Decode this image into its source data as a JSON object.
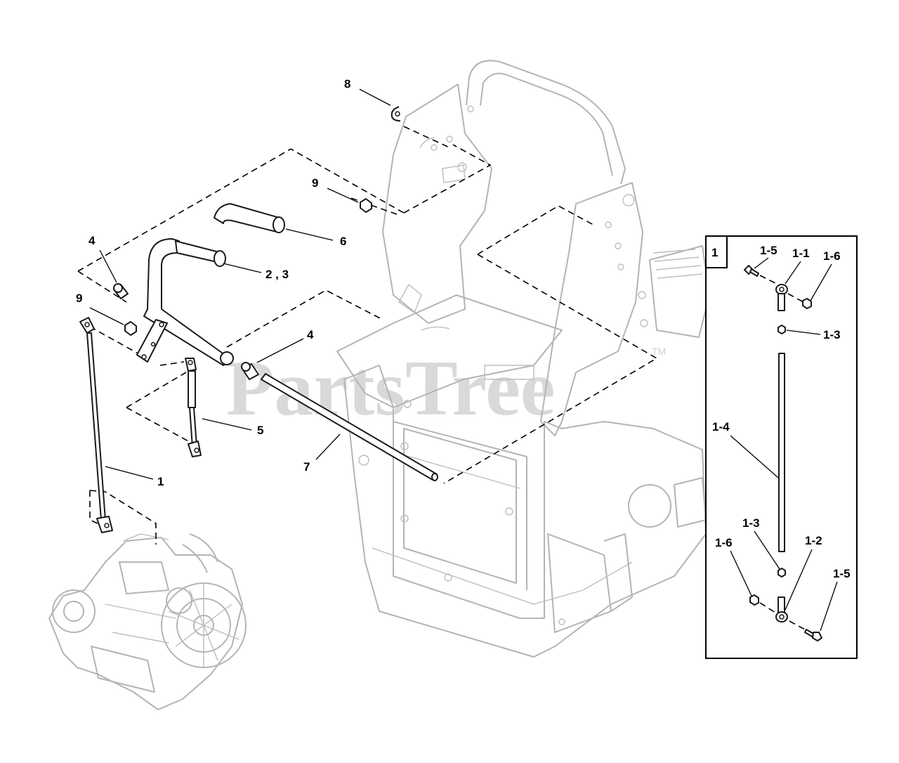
{
  "watermark": {
    "text": "PartsTree",
    "trademark": "TM"
  },
  "callouts": {
    "c8": "8",
    "c9_top": "9",
    "c6": "6",
    "c2_3": "2 , 3",
    "c4_left": "4",
    "c9_left": "9",
    "c4_mid": "4",
    "c5": "5",
    "c7": "7",
    "c1": "1"
  },
  "inset": {
    "tag": "1",
    "labels": {
      "l1_5_top": "1-5",
      "l1_1": "1-1",
      "l1_6_top": "1-6",
      "l1_3_top": "1-3",
      "l1_4": "1-4",
      "l1_3_bottom": "1-3",
      "l1_6_bottom": "1-6",
      "l1_2": "1-2",
      "l1_5_bottom": "1-5"
    }
  }
}
